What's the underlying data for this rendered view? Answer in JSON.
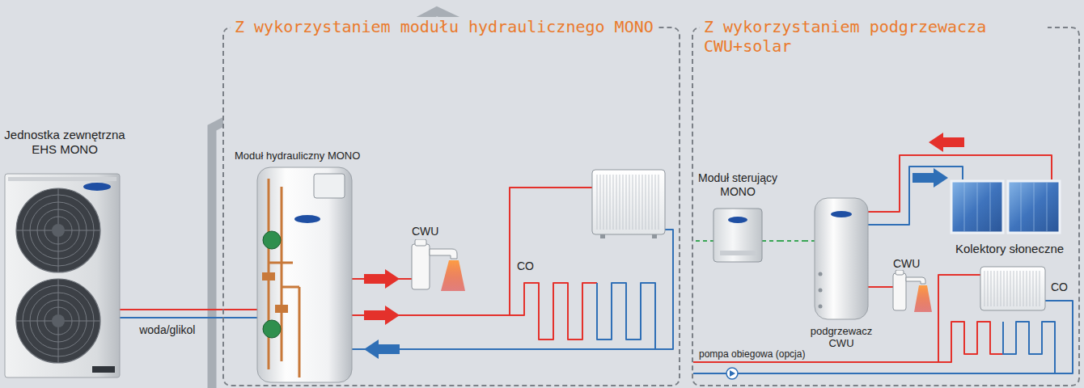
{
  "diagram": {
    "nodes": [
      {
        "text": [
          "Jednostka zewnętrzna EHS MONO"
        ]
      },
      {
        "text": [
          "Z wykorzystaniem modułu hydraulicznego MONO"
        ]
      },
      {
        "text": [
          "Moduł hydrauliczny MONO"
        ],
        "in": 1
      },
      {
        "text": [
          "CWU"
        ],
        "in": 1
      },
      {
        "text": [
          "Z wykorzystaniem podgrzewacza CWU+solar"
        ]
      },
      {
        "text": [
          "Moduł sterujący MONO"
        ],
        "in": 4
      },
      {
        "text": [
          "podgrzewacz CWU"
        ],
        "in": 4
      },
      {
        "text": [
          "CWU"
        ],
        "in": 4
      },
      {
        "text": [
          "Kolektory słoneczne"
        ],
        "in": 4
      }
    ],
    "edges": [
      {
        "from": 0,
        "to": 2,
        "label": "woda/glikol",
        "arrow": "none"
      },
      {
        "from": 2,
        "to": 3,
        "arrow": "none"
      },
      {
        "from": 5,
        "to": 6,
        "arrow": "none"
      },
      {
        "from": 6,
        "to": 7,
        "arrow": "none"
      },
      {
        "from": 6,
        "to": 8,
        "arrow": "none"
      }
    ],
    "labels": [
      "CO",
      "CO",
      "pompa obiegowa (opcja)"
    ]
  }
}
